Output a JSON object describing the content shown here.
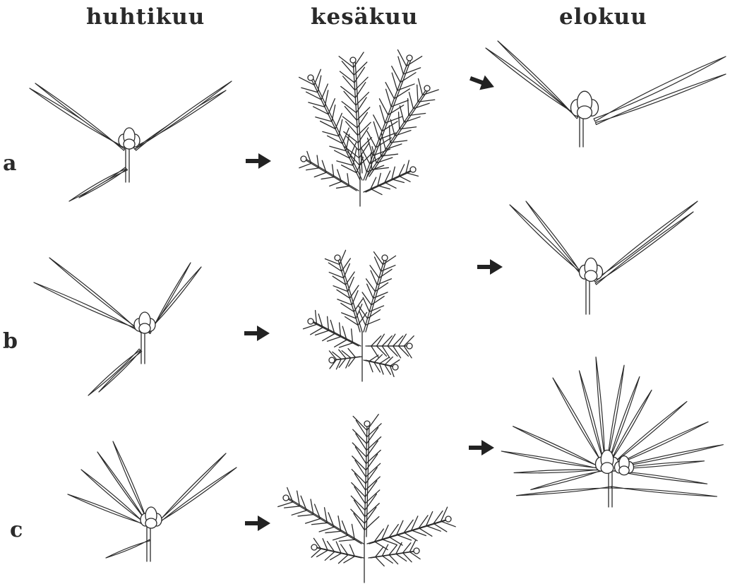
{
  "columns": [
    "huhtikuu",
    "kesäkuu",
    "elokuu"
  ],
  "rows": [
    "a",
    "b",
    "c"
  ],
  "colors": {
    "ink": "#2a2a2a",
    "arrow": "#222222",
    "background": "#ffffff"
  }
}
